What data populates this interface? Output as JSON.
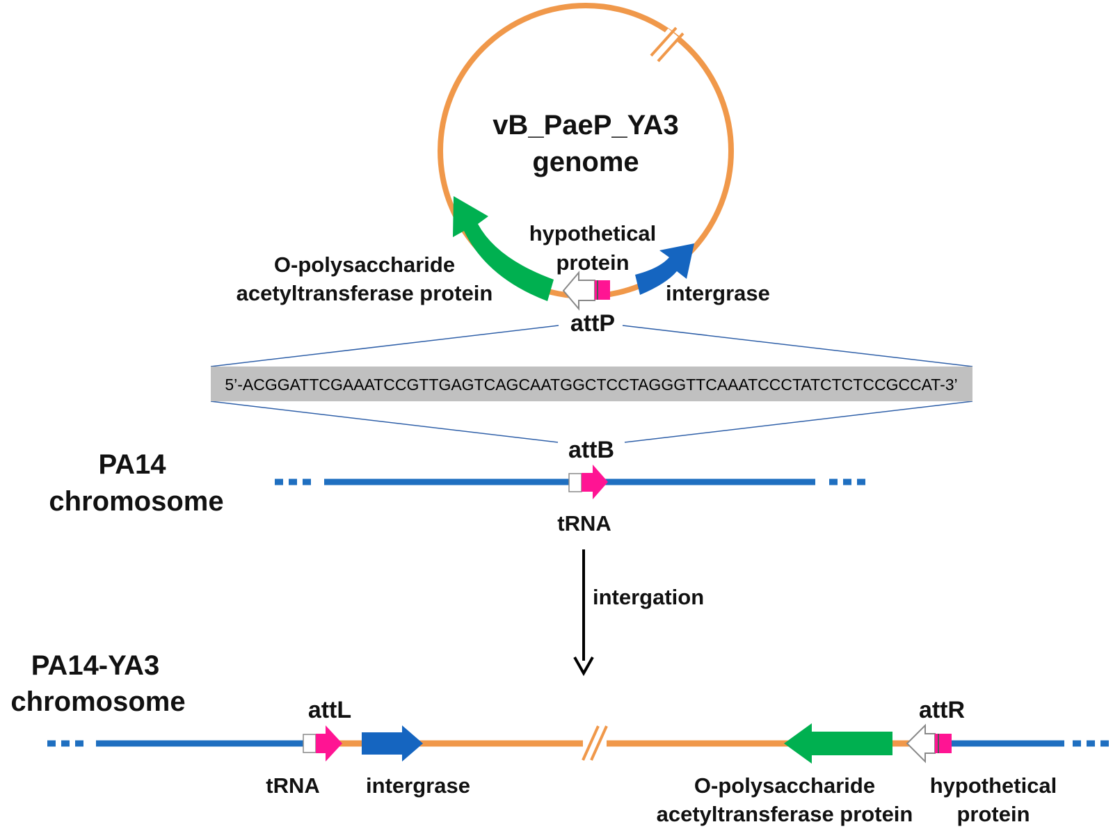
{
  "genome": {
    "title_line1": "vB_PaeP_YA3",
    "title_line2": "genome",
    "labels": {
      "hypothetical_line1": "hypothetical",
      "hypothetical_line2": "protein",
      "opoly_line1": "O-polysaccharide",
      "opoly_line2": "acetyltransferase protein",
      "integrase": "intergrase",
      "attP": "attP"
    }
  },
  "sequence": "5’-ACGGATTCGAAATCCGTTGAGTCAGCAATGGCTCCTAGGGTTCAAATCCCTATCTCTCCGCCAT-3’",
  "pa14": {
    "title_line1": "PA14",
    "title_line2": "chromosome",
    "attB": "attB",
    "trna": "tRNA"
  },
  "integration": {
    "label": "intergation"
  },
  "pa14_ya3": {
    "title_line1": "PA14-YA3",
    "title_line2": "chromosome",
    "attL": "attL",
    "attR": "attR",
    "trna": "tRNA",
    "integrase": "intergrase",
    "opoly_line1": "O-polysaccharide",
    "opoly_line2": "acetyltransferase protein",
    "hyp_line1": "hypothetical",
    "hyp_line2": "protein"
  },
  "colors": {
    "phage_backbone": "#F0984A",
    "chromosome": "#1F6FC0",
    "integrase": "#1565C0",
    "opoly": "#00B050",
    "att_site": "#FF1493",
    "sequence_box": "#C0C0C0",
    "connector": "#2E5FA8"
  }
}
